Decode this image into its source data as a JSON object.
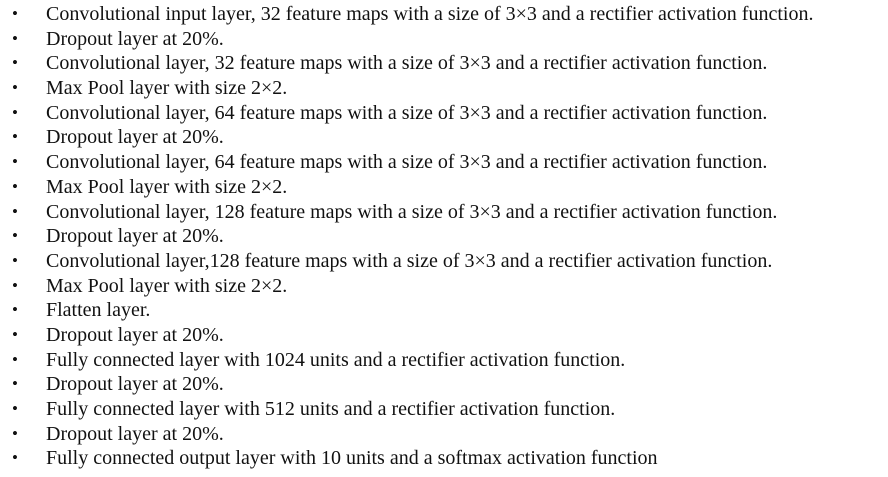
{
  "bullet_glyph": "•",
  "layers": [
    "Convolutional input layer, 32 feature maps with a size of 3×3 and a rectifier activation function.",
    "Dropout layer at 20%.",
    "Convolutional layer, 32 feature maps with a size of 3×3 and a rectifier activation function.",
    "Max Pool layer with size 2×2.",
    "Convolutional layer, 64 feature maps with a size of 3×3 and a rectifier activation function.",
    "Dropout layer at 20%.",
    "Convolutional layer, 64 feature maps with a size of 3×3 and a rectifier activation function.",
    "Max Pool layer with size 2×2.",
    "Convolutional layer, 128 feature maps with a size of 3×3 and a rectifier activation function.",
    "Dropout layer at 20%.",
    "Convolutional layer,128 feature maps with a size of 3×3 and a rectifier activation function.",
    "Max Pool layer with size 2×2.",
    "Flatten layer.",
    "Dropout layer at 20%.",
    "Fully connected layer with 1024 units and a rectifier activation function.",
    "Dropout layer at 20%.",
    "Fully connected layer with 512 units and a rectifier activation function.",
    "Dropout layer at 20%.",
    "Fully connected output layer with 10 units and a softmax activation function"
  ]
}
